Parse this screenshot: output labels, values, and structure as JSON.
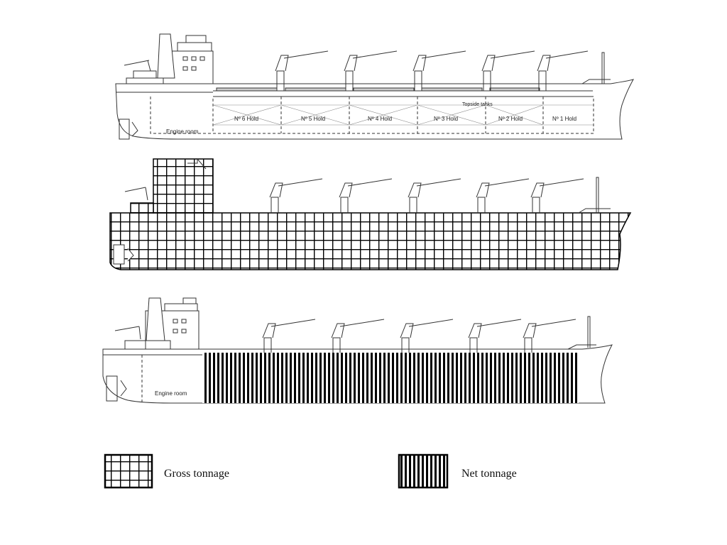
{
  "ship_top": {
    "engine_room": "Engine room",
    "topside_tanks": "Topside tanks",
    "holds": [
      "Nº 6 Hold",
      "Nº 5 Hold",
      "Nº 4 Hold",
      "Nº 3 Hold",
      "Nº 2 Hold",
      "Nº 1 Hold"
    ]
  },
  "ship_bottom": {
    "engine_room": "Engine room"
  },
  "legend": {
    "gross": "Gross tonnage",
    "net": "Net tonnage"
  },
  "colors": {
    "line": "#333333",
    "hatch": "#000000",
    "background": "#ffffff"
  }
}
